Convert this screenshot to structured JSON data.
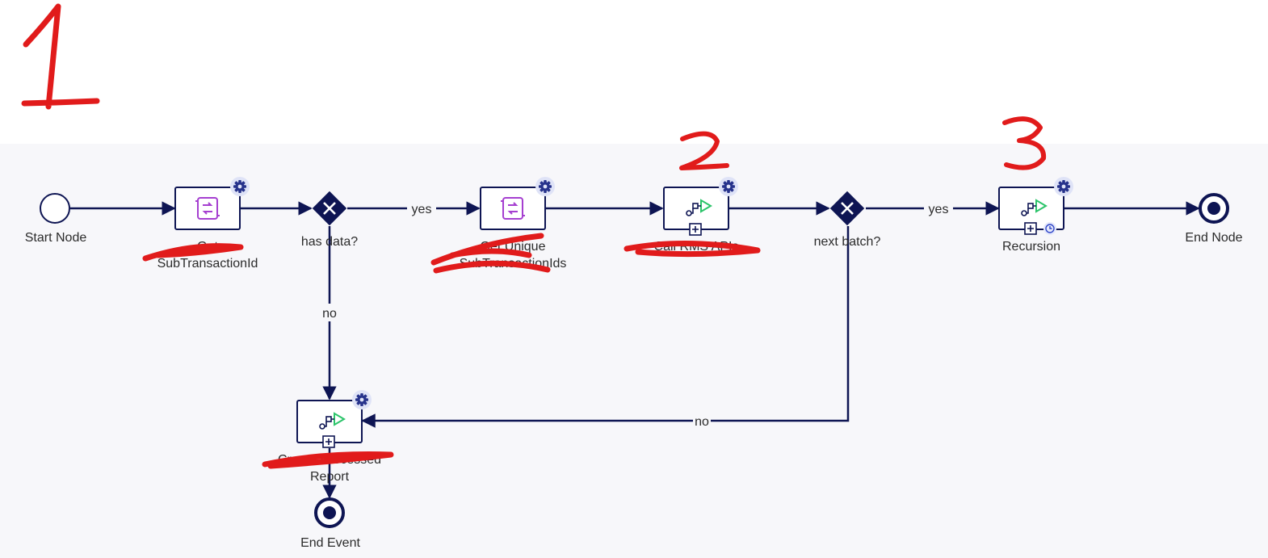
{
  "canvas_background": "#f7f7fa",
  "edge_color": "#0e1553",
  "annotation_color": "#e11b1b",
  "annotations": {
    "num1": "1",
    "num2": "2",
    "num3": "3"
  },
  "nodes": {
    "start": {
      "label": "Start Node"
    },
    "get_subtransaction": {
      "label_line1": "Get",
      "label_line2": "SubTransactionId"
    },
    "has_data": {
      "label": "has data?"
    },
    "get_unique": {
      "label_line1": "Get Unique",
      "label_line2": "SubTransactionIds"
    },
    "call_apis": {
      "label": "Call RMS APIs"
    },
    "next_batch": {
      "label": "next batch?"
    },
    "recursion": {
      "label": "Recursion"
    },
    "end_node": {
      "label": "End Node"
    },
    "create_report": {
      "label_line1": "Create Processed",
      "label_line2": "Report"
    },
    "end_event": {
      "label": "End Event"
    }
  },
  "edges": {
    "has_data_yes": "yes",
    "has_data_no": "no",
    "next_batch_yes": "yes",
    "next_batch_no": "no"
  },
  "icons": {
    "script_task": "script-scroll-icon",
    "subprocess": "subprocess-play-icon",
    "settings": "gear-icon",
    "expand": "expand-plus-icon",
    "timer": "clock-icon"
  }
}
